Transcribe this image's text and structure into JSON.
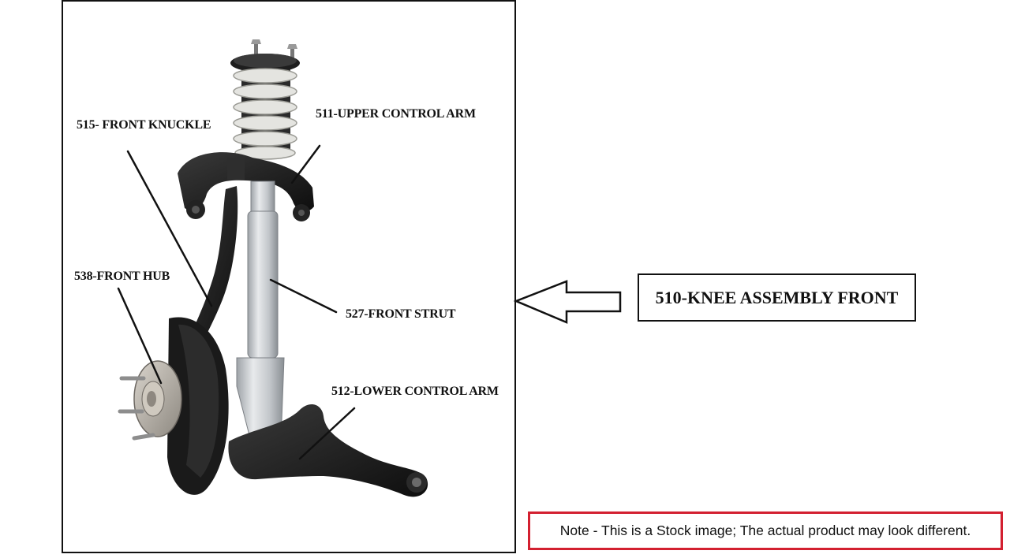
{
  "labels": {
    "front_knuckle": "515- FRONT KNUCKLE",
    "upper_control_arm": "511-UPPER CONTROL ARM",
    "front_hub": "538-FRONT HUB",
    "front_strut": "527-FRONT STRUT",
    "lower_control_arm": "512-LOWER CONTROL ARM"
  },
  "assembly_label": "510-KNEE ASSEMBLY FRONT",
  "note": "Note - This is a Stock image; The actual product may look different.",
  "colors": {
    "note_border": "#d32030",
    "metal_dark": "#1b1b1b",
    "metal_silver": "#c9ccd0",
    "spring": "#dcdcd8"
  },
  "icons": {
    "pointer_arrow": "left-arrow-outline"
  }
}
